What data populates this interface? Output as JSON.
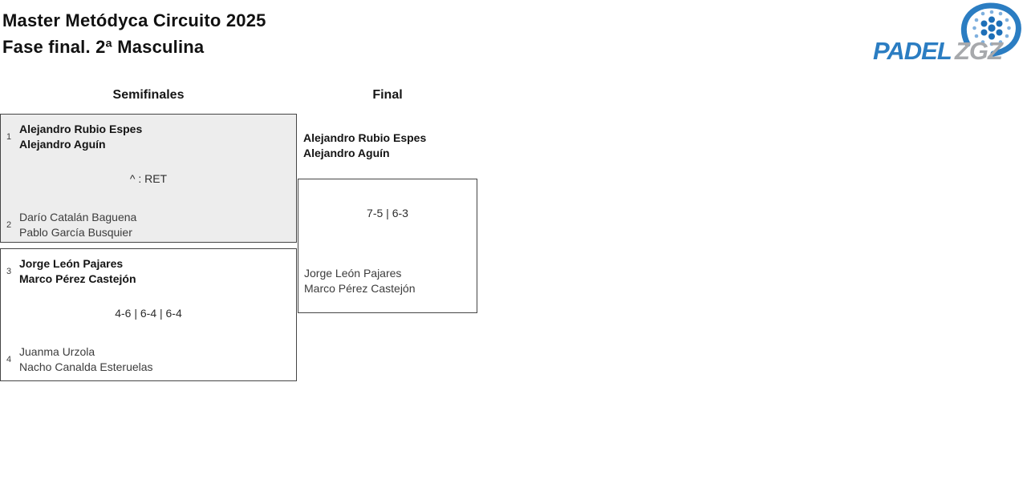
{
  "header": {
    "title_line1": "Master Metódyca Circuito 2025",
    "title_line2": "Fase final. 2ª Masculina"
  },
  "logo": {
    "brand_primary": "PADEL",
    "brand_secondary": "ZGZ",
    "colors": {
      "primary": "#2b7dc2",
      "secondary": "#a7a9ac",
      "dot_dark": "#1d6fb8",
      "dot_light": "#7fb0de"
    }
  },
  "columns": [
    {
      "label": "Semifinales"
    },
    {
      "label": "Final"
    }
  ],
  "bracket": {
    "semifinals": [
      {
        "top": {
          "seed": "1",
          "players": [
            "Alejandro Rubio Espes",
            "Alejandro Aguín"
          ]
        },
        "score": "^ : RET",
        "bottom": {
          "seed": "2",
          "players": [
            "Darío Catalán Baguena",
            "Pablo García Busquier"
          ]
        }
      },
      {
        "top": {
          "seed": "3",
          "players": [
            "Jorge León Pajares",
            "Marco Pérez Castejón"
          ]
        },
        "score": "4-6 | 6-4 | 6-4",
        "bottom": {
          "seed": "4",
          "players": [
            "Juanma Urzola",
            "Nacho Canalda Esteruelas"
          ]
        }
      }
    ],
    "final": {
      "top": {
        "players": [
          "Alejandro Rubio Espes",
          "Alejandro Aguín"
        ]
      },
      "score": "7-5 | 6-3",
      "bottom": {
        "players": [
          "Jorge León Pajares",
          "Marco Pérez Castejón"
        ]
      }
    }
  }
}
